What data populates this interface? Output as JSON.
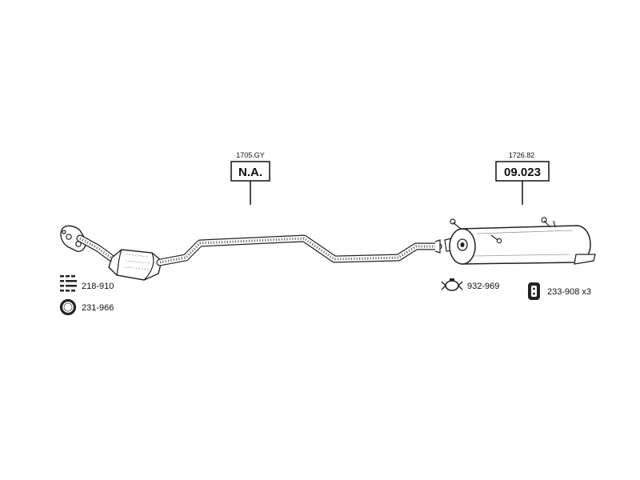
{
  "callouts": {
    "front": {
      "ref": "1705.GY",
      "code": "N.A."
    },
    "rear": {
      "ref": "1726.82",
      "code": "09.023"
    }
  },
  "parts": {
    "bolts": {
      "label": "218-910",
      "icon": "bolt-set-icon"
    },
    "gasket": {
      "label": "231-966",
      "icon": "gasket-ring-icon"
    },
    "clamp": {
      "label": "932-969",
      "icon": "clamp-icon"
    },
    "mount": {
      "label": "233-908 x3",
      "icon": "rubber-mount-icon"
    }
  }
}
